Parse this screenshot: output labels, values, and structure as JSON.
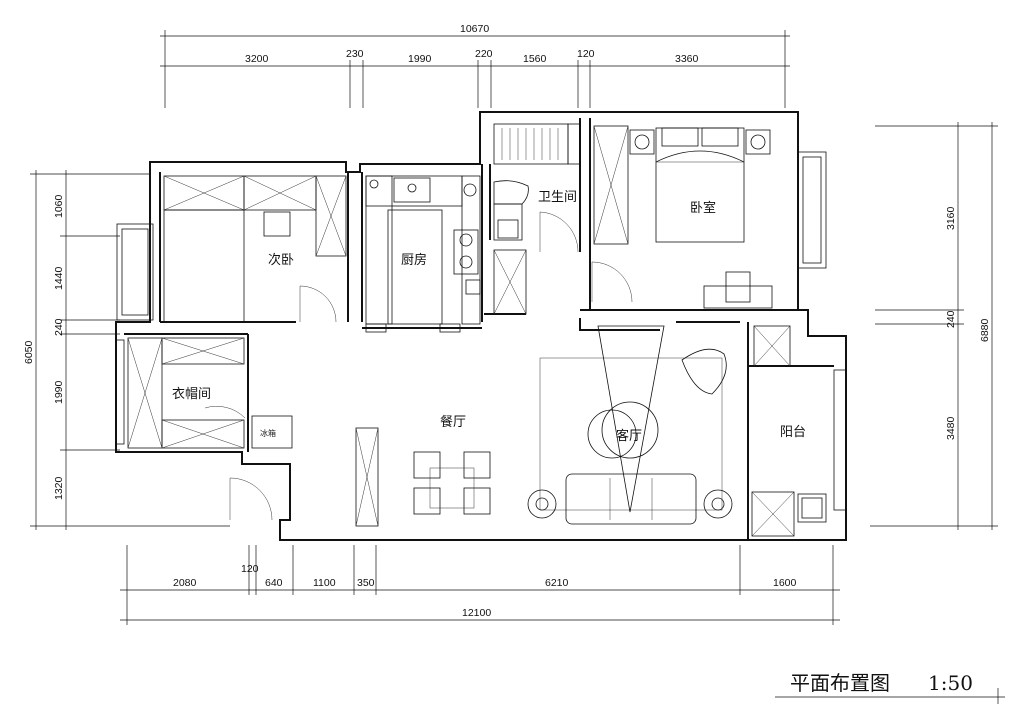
{
  "dimensions": {
    "top_total": "10670",
    "top_segments": [
      "3200",
      "230",
      "1990",
      "220",
      "1560",
      "120",
      "3360"
    ],
    "bottom_total": "12100",
    "bottom_segments": [
      "2080",
      "120",
      "640",
      "1100",
      "350",
      "6210",
      "1600"
    ],
    "left_total": "6050",
    "left_segments": [
      "1060",
      "1440",
      "240",
      "1990",
      "1320"
    ],
    "right_total": "6880",
    "right_segments": [
      "3160",
      "240",
      "3480"
    ]
  },
  "rooms": {
    "secondary_bedroom": "次卧",
    "kitchen": "厨房",
    "bathroom": "卫生间",
    "master_bedroom": "卧室",
    "cloakroom": "衣帽间",
    "fridge": "冰箱",
    "dining_room": "餐厅",
    "living_room": "客厅",
    "balcony": "阳台"
  },
  "title": {
    "name": "平面布置图",
    "scale": "1:50"
  }
}
